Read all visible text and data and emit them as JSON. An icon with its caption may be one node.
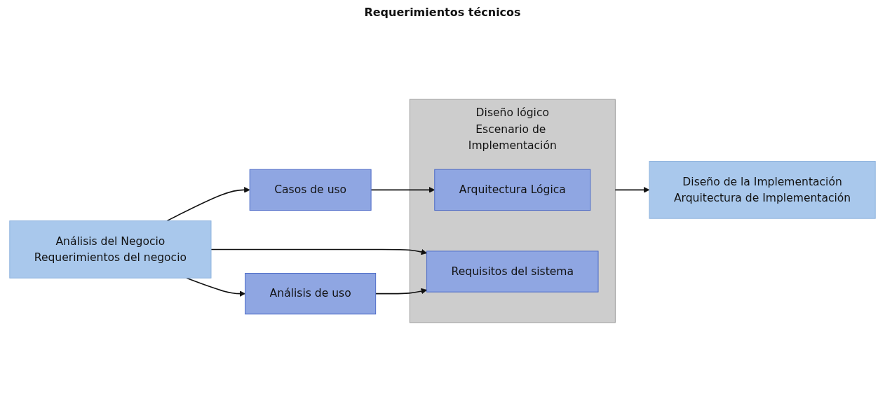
{
  "diagram": {
    "nodes": [
      {
        "text": [
          "Análisis del Negocio",
          "Requerimientos del negocio"
        ]
      },
      {
        "text": [
          "Casos de uso"
        ]
      },
      {
        "text": [
          "Análisis de uso"
        ]
      },
      {
        "text": [
          "Diseño lógico",
          "Escenario de Implementación"
        ]
      },
      {
        "text": [
          "Arquitectura Lógica"
        ],
        "in": 3
      },
      {
        "text": [
          "Requisitos del sistema"
        ],
        "in": 3
      },
      {
        "text": [
          "Diseño de la Implementación",
          "Arquitectura de Implementación"
        ]
      }
    ],
    "edges": [
      {
        "from": 0,
        "to": 1,
        "arrow": "to"
      },
      {
        "from": 0,
        "to": 2,
        "arrow": "to"
      },
      {
        "from": 0,
        "to": 5,
        "arrow": "to"
      },
      {
        "from": 1,
        "to": 4,
        "arrow": "to"
      },
      {
        "from": 2,
        "to": 5,
        "arrow": "to"
      },
      {
        "from": 3,
        "to": 6,
        "arrow": "to"
      }
    ],
    "labels": [
      "Requerimientos técnicos"
    ]
  }
}
